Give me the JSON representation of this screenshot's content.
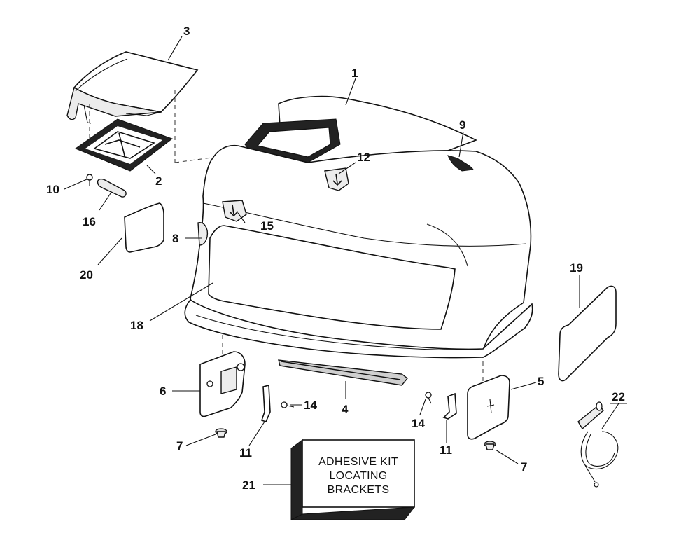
{
  "diagram": {
    "callouts": {
      "c1": "1",
      "c2": "2",
      "c3": "3",
      "c4": "4",
      "c5": "5",
      "c6": "6",
      "c7a": "7",
      "c7b": "7",
      "c8": "8",
      "c9": "9",
      "c10": "10",
      "c11a": "11",
      "c11b": "11",
      "c12": "12",
      "c14a": "14",
      "c14b": "14",
      "c15": "15",
      "c16": "16",
      "c18": "18",
      "c19": "19",
      "c20": "20",
      "c21": "21",
      "c22": "22"
    },
    "kit_box": {
      "line1": "ADHESIVE KIT",
      "line2": "LOCATING",
      "line3": "BRACKETS"
    }
  }
}
